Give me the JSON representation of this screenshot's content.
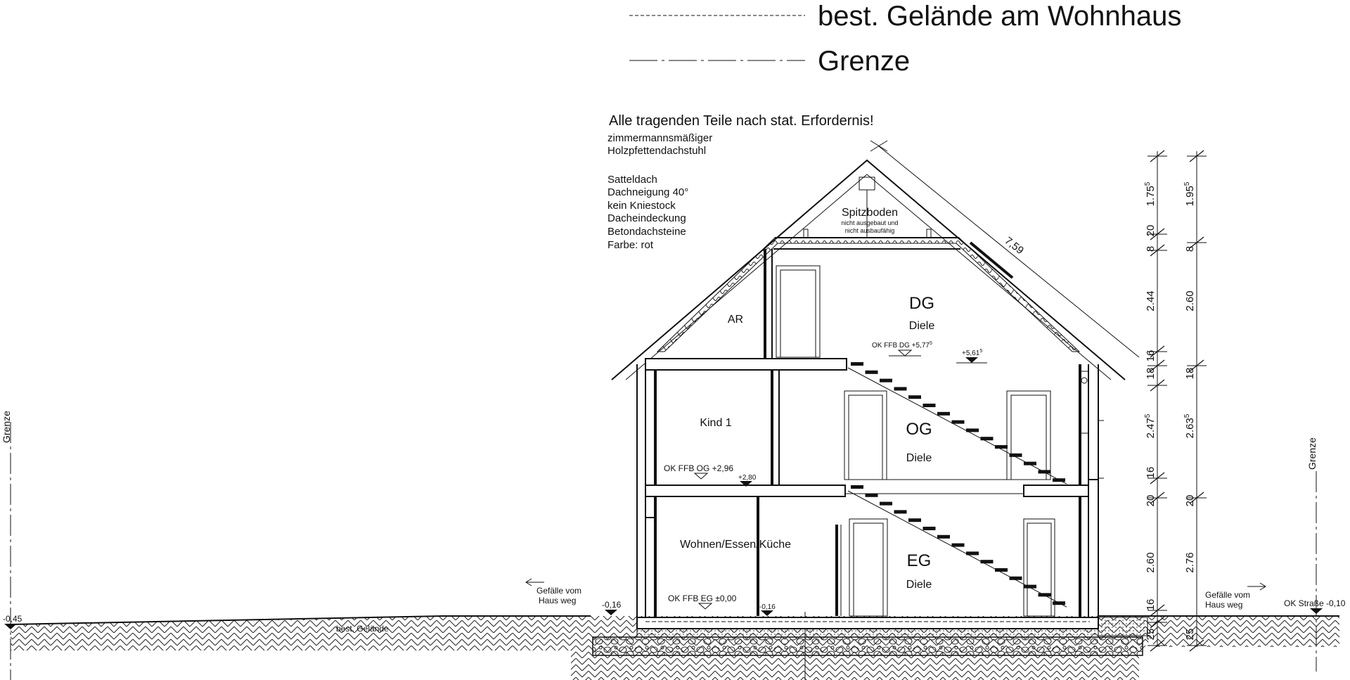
{
  "legend": {
    "existing_terrain": "best. Gelände am Wohnhaus",
    "boundary": "Grenze"
  },
  "notes": {
    "main": "Alle tragenden Teile nach stat. Erfordernis!",
    "roof_structure_line1": "zimmermannsmäßiger",
    "roof_structure_line2": "Holzpfettendachstuhl",
    "roof_spec": [
      "Satteldach",
      "Dachneigung 40°",
      "kein Kniestock",
      "Dacheindeckung",
      "Betondachsteine",
      "Farbe: rot"
    ]
  },
  "rooms": {
    "attic_title": "Spitzboden",
    "attic_note1": "nicht ausgebaut und",
    "attic_note2": "nicht ausbaufähig",
    "ar": "AR",
    "dg": "DG",
    "dg_sub": "Diele",
    "og": "OG",
    "og_sub": "Diele",
    "eg": "EG",
    "eg_sub": "Diele",
    "kind": "Kind 1",
    "living": "Wohnen/Essen/Küche"
  },
  "levels": {
    "ffb_dg": "OK FFB DG +5,77",
    "ffb_dg_sup": "5",
    "rohbau_dg": "+5,61",
    "rohbau_dg_sup": "5",
    "ffb_og": "OK FFB OG +2,96",
    "rohbau_og": "+2,80",
    "ffb_eg": "OK FFB EG ±0,00",
    "eg_minus": "-0,16",
    "terrain_left": "-0,45",
    "terrain_house": "-0,16",
    "street": "OK Straße -0,10"
  },
  "slope": {
    "left_line1": "Gefälle vom",
    "left_line2": "Haus weg",
    "right_line1": "Gefälle vom",
    "right_line2": "Haus weg"
  },
  "ground_label": "best. Gelände",
  "boundary_left": "Grenze",
  "boundary_right": "Grenze",
  "roof_length": "7,59",
  "dims_inner": [
    {
      "v": "1.75",
      "s": "5"
    },
    {
      "v": "20",
      "s": ""
    },
    {
      "v": "8",
      "s": ""
    },
    {
      "v": "2.44",
      "s": ""
    },
    {
      "v": "16",
      "s": ""
    },
    {
      "v": "18",
      "s": ""
    },
    {
      "v": "2.47",
      "s": "5"
    },
    {
      "v": "16",
      "s": ""
    },
    {
      "v": "20",
      "s": ""
    },
    {
      "v": "2.60",
      "s": ""
    },
    {
      "v": "16",
      "s": ""
    },
    {
      "v": "25",
      "s": ""
    }
  ],
  "dims_outer": [
    {
      "v": "1.95",
      "s": "5"
    },
    {
      "v": "8",
      "s": ""
    },
    {
      "v": "2.60",
      "s": ""
    },
    {
      "v": "18",
      "s": ""
    },
    {
      "v": "2.63",
      "s": "5"
    },
    {
      "v": "20",
      "s": ""
    },
    {
      "v": "2.76",
      "s": ""
    },
    {
      "v": "25",
      "s": ""
    }
  ]
}
